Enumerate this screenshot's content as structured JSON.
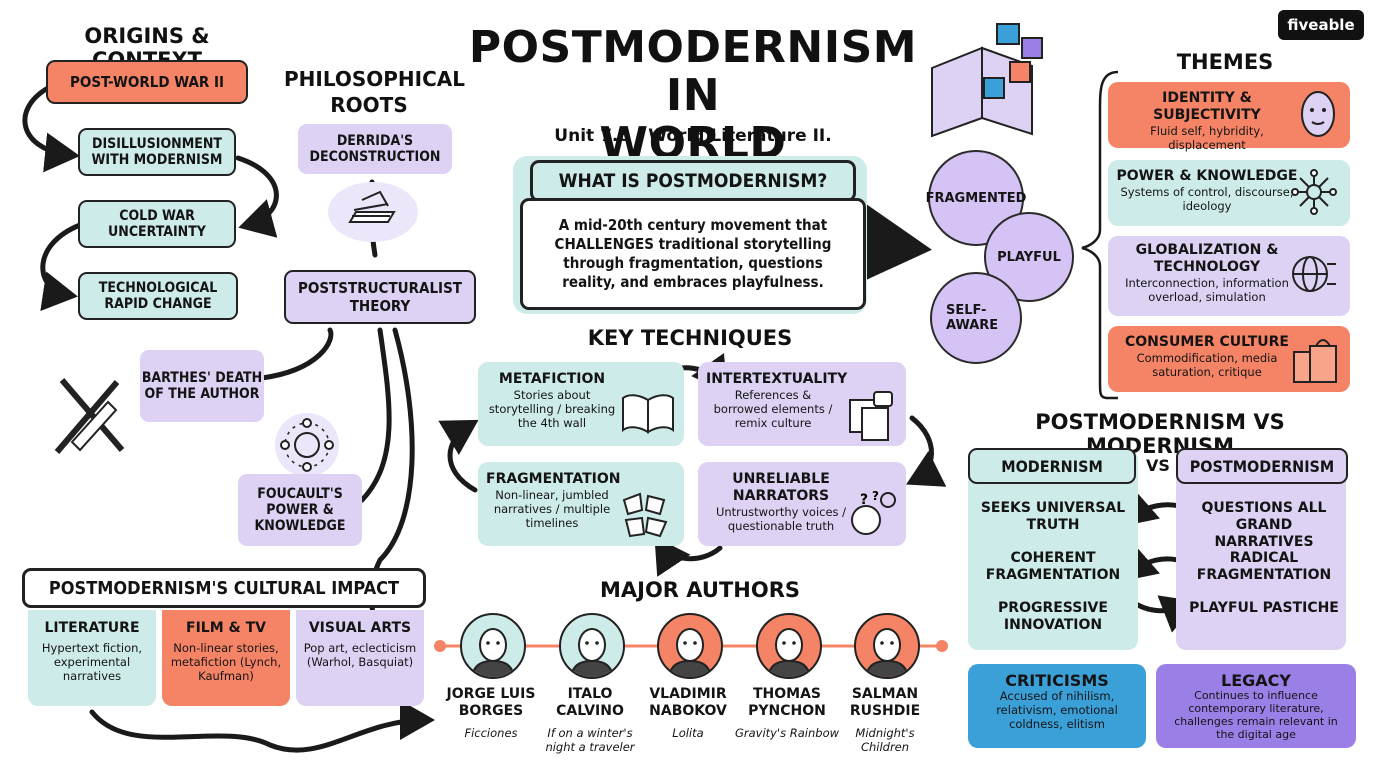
{
  "logo": "fiveable",
  "title_line1": "POSTMODERNISM IN",
  "title_line2": "WORLD LITERATURE",
  "subtitle": "Unit 7.8 | World Literature II.",
  "origins": {
    "heading": "ORIGINS & CONTEXT",
    "items": [
      "POST-WORLD WAR II",
      "DISILLUSIONMENT WITH MODERNISM",
      "COLD WAR UNCERTAINTY",
      "TECHNOLOGICAL RAPID CHANGE"
    ]
  },
  "philosophy": {
    "heading": "PHILOSOPHICAL ROOTS",
    "derrida": "DERRIDA'S DECONSTRUCTION",
    "poststructuralist": "POSTSTRUCTURALIST THEORY",
    "barthes": "BARTHES' DEATH OF THE AUTHOR",
    "foucault": "FOUCAULT'S POWER & KNOWLEDGE"
  },
  "what_is": {
    "heading": "WHAT IS POSTMODERNISM?",
    "body": "A mid-20th century movement that CHALLENGES traditional storytelling through fragmentation, questions reality, and embraces playfulness."
  },
  "qualities": [
    "FRAGMENTED",
    "PLAYFUL",
    "SELF-AWARE"
  ],
  "techniques": {
    "heading": "KEY TECHNIQUES",
    "items": [
      {
        "title": "METAFICTION",
        "desc": "Stories about storytelling / breaking the 4th wall"
      },
      {
        "title": "INTERTEXTUALITY",
        "desc": "References & borrowed elements / remix culture"
      },
      {
        "title": "FRAGMENTATION",
        "desc": "Non-linear, jumbled narratives / multiple timelines"
      },
      {
        "title": "UNRELIABLE NARRATORS",
        "desc": "Untrustworthy voices / questionable truth"
      }
    ]
  },
  "themes": {
    "heading": "THEMES",
    "items": [
      {
        "title": "IDENTITY & SUBJECTIVITY",
        "desc": "Fluid self, hybridity, displacement",
        "color": "#f58466"
      },
      {
        "title": "POWER & KNOWLEDGE",
        "desc": "Systems of control, discourse, ideology",
        "color": "#cdebe8"
      },
      {
        "title": "GLOBALIZATION & TECHNOLOGY",
        "desc": "Interconnection, information overload, simulation",
        "color": "#ddd2f3"
      },
      {
        "title": "CONSUMER CULTURE",
        "desc": "Commodification, media saturation, critique",
        "color": "#f58466"
      }
    ]
  },
  "vs": {
    "heading": "POSTMODERNISM VS MODERNISM",
    "left": "MODERNISM",
    "mid": "VS",
    "right": "POSTMODERNISM",
    "left_items": [
      "SEEKS UNIVERSAL TRUTH",
      "COHERENT FRAGMENTATION",
      "PROGRESSIVE INNOVATION"
    ],
    "right_items": [
      "QUESTIONS ALL GRAND NARRATIVES",
      "RADICAL FRAGMENTATION",
      "PLAYFUL PASTICHE"
    ]
  },
  "criticisms": {
    "title": "CRITICISMS",
    "desc": "Accused of nihilism, relativism, emotional coldness, elitism"
  },
  "legacy": {
    "title": "LEGACY",
    "desc": "Continues to influence contemporary literature, challenges remain relevant in the digital age"
  },
  "impact": {
    "heading": "POSTMODERNISM'S CULTURAL IMPACT",
    "items": [
      {
        "title": "LITERATURE",
        "desc": "Hypertext fiction, experimental narratives"
      },
      {
        "title": "FILM & TV",
        "desc": "Non-linear stories, metafiction (Lynch, Kaufman)"
      },
      {
        "title": "VISUAL ARTS",
        "desc": "Pop art, eclecticism (Warhol, Basquiat)"
      }
    ]
  },
  "authors": {
    "heading": "MAJOR AUTHORS",
    "items": [
      {
        "name": "JORGE LUIS BORGES",
        "work": "Ficciones",
        "color": "#cdebe8"
      },
      {
        "name": "ITALO CALVINO",
        "work": "If on a winter's night a traveler",
        "color": "#cdebe8"
      },
      {
        "name": "VLADIMIR NABOKOV",
        "work": "Lolita",
        "color": "#f58466"
      },
      {
        "name": "THOMAS PYNCHON",
        "work": "Gravity's Rainbow",
        "color": "#f58466"
      },
      {
        "name": "SALMAN RUSHDIE",
        "work": "Midnight's Children",
        "color": "#f58466"
      }
    ]
  }
}
